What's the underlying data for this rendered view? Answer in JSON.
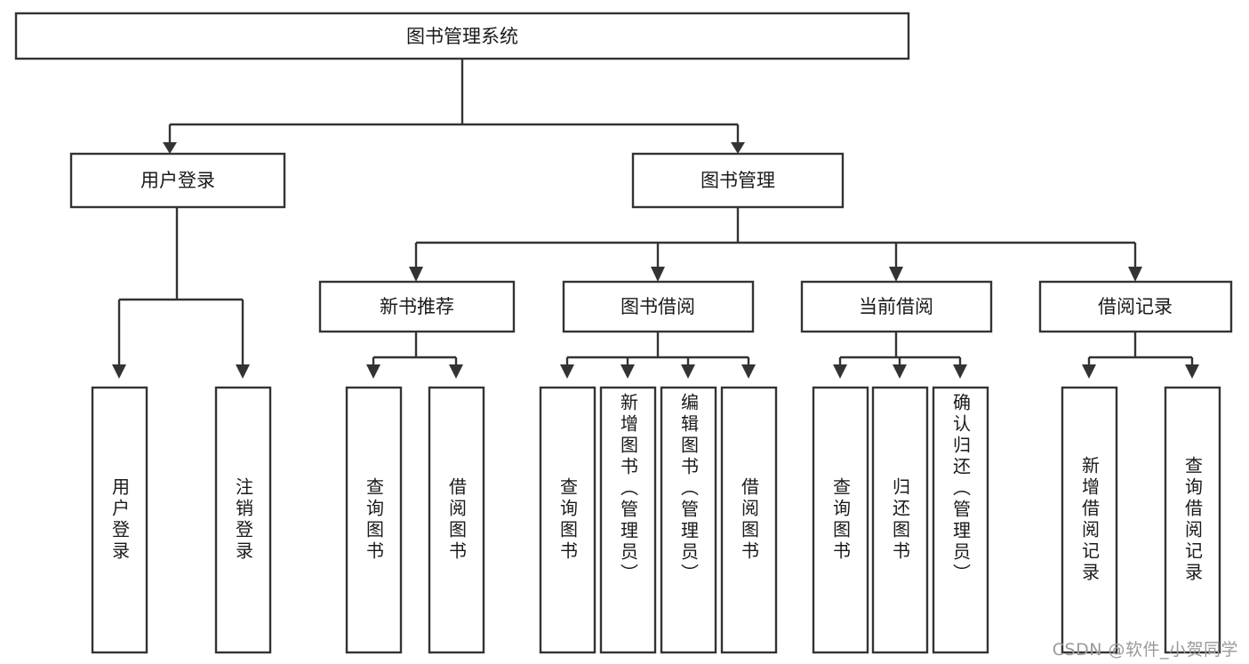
{
  "diagram": {
    "type": "tree-hierarchy",
    "title": "图书管理系统",
    "root": {
      "id": "root",
      "label": "图书管理系统",
      "orientation": "horizontal"
    },
    "level1": [
      {
        "id": "user-login",
        "label": "用户登录",
        "orientation": "horizontal"
      },
      {
        "id": "book-management",
        "label": "图书管理",
        "orientation": "horizontal"
      }
    ],
    "level2": [
      {
        "id": "new-book-recommend",
        "label": "新书推荐",
        "parent": "book-management",
        "orientation": "horizontal"
      },
      {
        "id": "book-borrow",
        "label": "图书借阅",
        "parent": "book-management",
        "orientation": "horizontal"
      },
      {
        "id": "current-borrow",
        "label": "当前借阅",
        "parent": "book-management",
        "orientation": "horizontal"
      },
      {
        "id": "borrow-record",
        "label": "借阅记录",
        "parent": "book-management",
        "orientation": "horizontal"
      }
    ],
    "leaves": [
      {
        "id": "leaf-user-login",
        "label": "用户登录",
        "parent": "user-login",
        "orientation": "vertical"
      },
      {
        "id": "leaf-user-logout",
        "label": "注销登录",
        "parent": "user-login",
        "orientation": "vertical"
      },
      {
        "id": "leaf-query-book-1",
        "label": "查询图书",
        "parent": "new-book-recommend",
        "orientation": "vertical"
      },
      {
        "id": "leaf-borrow-book-1",
        "label": "借阅图书",
        "parent": "new-book-recommend",
        "orientation": "vertical"
      },
      {
        "id": "leaf-query-book-2",
        "label": "查询图书",
        "parent": "book-borrow",
        "orientation": "vertical"
      },
      {
        "id": "leaf-add-book",
        "label": "新增图书（管理员）",
        "parent": "book-borrow",
        "orientation": "vertical"
      },
      {
        "id": "leaf-edit-book",
        "label": "编辑图书（管理员）",
        "parent": "book-borrow",
        "orientation": "vertical"
      },
      {
        "id": "leaf-borrow-book-2",
        "label": "借阅图书",
        "parent": "book-borrow",
        "orientation": "vertical"
      },
      {
        "id": "leaf-query-book-3",
        "label": "查询图书",
        "parent": "current-borrow",
        "orientation": "vertical"
      },
      {
        "id": "leaf-return-book",
        "label": "归还图书",
        "parent": "current-borrow",
        "orientation": "vertical"
      },
      {
        "id": "leaf-confirm-return",
        "label": "确认归还（管理员）",
        "parent": "current-borrow",
        "orientation": "vertical"
      },
      {
        "id": "leaf-add-record",
        "label": "新增借阅记录",
        "parent": "borrow-record",
        "orientation": "vertical"
      },
      {
        "id": "leaf-query-record",
        "label": "查询借阅记录",
        "parent": "borrow-record",
        "orientation": "vertical"
      }
    ],
    "colors": {
      "stroke": "#333333",
      "fill": "#ffffff",
      "text": "#1a1a1a",
      "watermark": "#9a9a9a",
      "background": "#ffffff"
    }
  },
  "watermark": {
    "text": "CSDN @软件_小贺同学"
  }
}
